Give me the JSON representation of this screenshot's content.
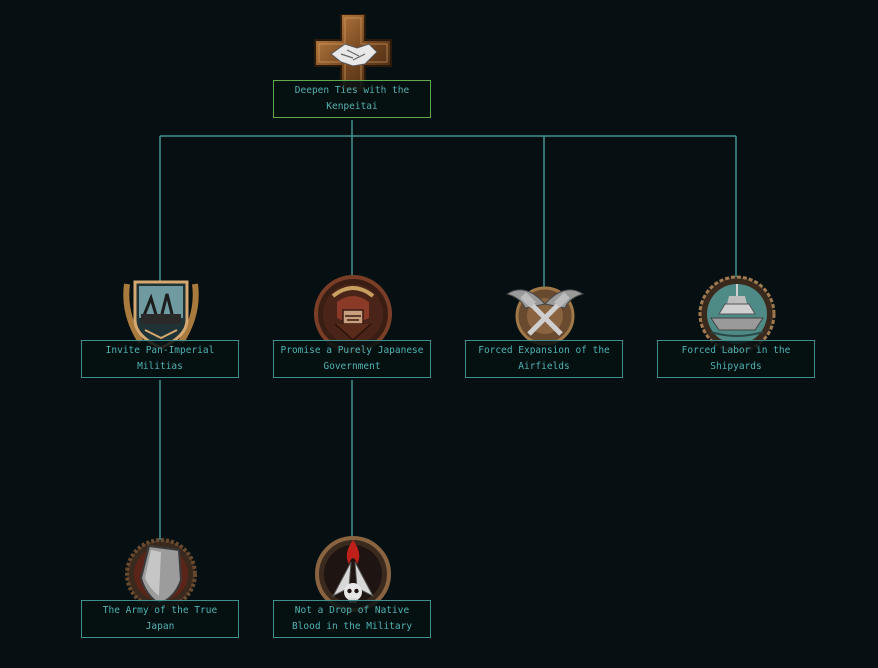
{
  "tree": {
    "nodes": [
      {
        "id": "kenpeitai",
        "label": "Deepen Ties with the Kenpeitai",
        "icon": "handshake-cross-icon",
        "status": "completed"
      },
      {
        "id": "militias",
        "label": "Invite Pan-Imperial Militias",
        "icon": "militia-shield-icon",
        "status": "available"
      },
      {
        "id": "japanese_gov",
        "label": "Promise a Purely Japanese Government",
        "icon": "samurai-helmet-icon",
        "status": "available"
      },
      {
        "id": "airfields",
        "label": "Forced Expansion of the Airfields",
        "icon": "winged-hammers-icon",
        "status": "available"
      },
      {
        "id": "shipyards",
        "label": "Forced Labor in the Shipyards",
        "icon": "battleship-icon",
        "status": "available"
      },
      {
        "id": "true_japan",
        "label": "The Army of the True Japan",
        "icon": "shield-wreath-icon",
        "status": "available"
      },
      {
        "id": "native_blood",
        "label": "Not a Drop of Native Blood in the Military",
        "icon": "skull-flags-icon",
        "status": "available"
      }
    ]
  },
  "colors": {
    "background": "#061012",
    "connector": "#3f8f8f",
    "label_text": "#4fb3b3",
    "completed_border": "#5faa4f"
  }
}
